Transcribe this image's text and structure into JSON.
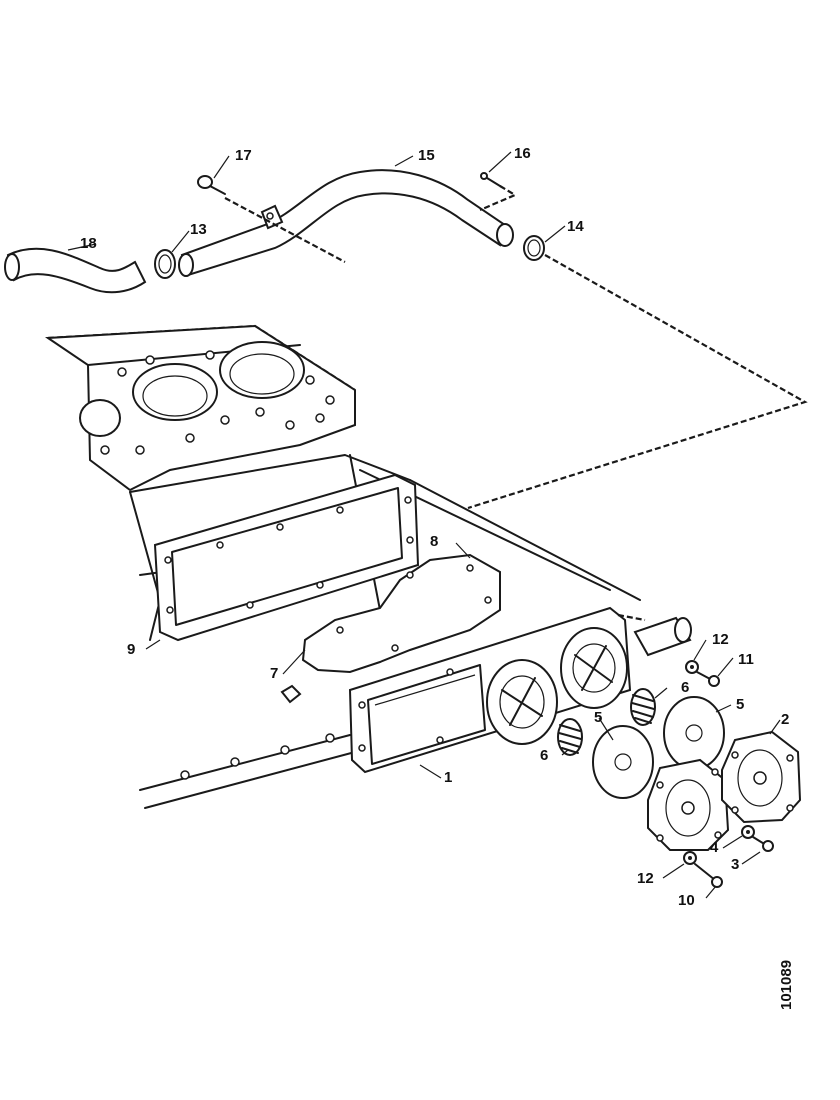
{
  "diagram": {
    "reference_number": "101089",
    "callouts": [
      {
        "id": "c1",
        "text": "1"
      },
      {
        "id": "c2",
        "text": "2"
      },
      {
        "id": "c3",
        "text": "3"
      },
      {
        "id": "c4",
        "text": "4"
      },
      {
        "id": "c5a",
        "text": "5"
      },
      {
        "id": "c5b",
        "text": "5"
      },
      {
        "id": "c6a",
        "text": "6"
      },
      {
        "id": "c6b",
        "text": "6"
      },
      {
        "id": "c7",
        "text": "7"
      },
      {
        "id": "c8",
        "text": "8"
      },
      {
        "id": "c9",
        "text": "9"
      },
      {
        "id": "c10",
        "text": "10"
      },
      {
        "id": "c11",
        "text": "11"
      },
      {
        "id": "c12a",
        "text": "12"
      },
      {
        "id": "c12b",
        "text": "12"
      },
      {
        "id": "c13",
        "text": "13"
      },
      {
        "id": "c14",
        "text": "14"
      },
      {
        "id": "c15",
        "text": "15"
      },
      {
        "id": "c16",
        "text": "16"
      },
      {
        "id": "c17",
        "text": "17"
      },
      {
        "id": "c18",
        "text": "18"
      }
    ]
  }
}
